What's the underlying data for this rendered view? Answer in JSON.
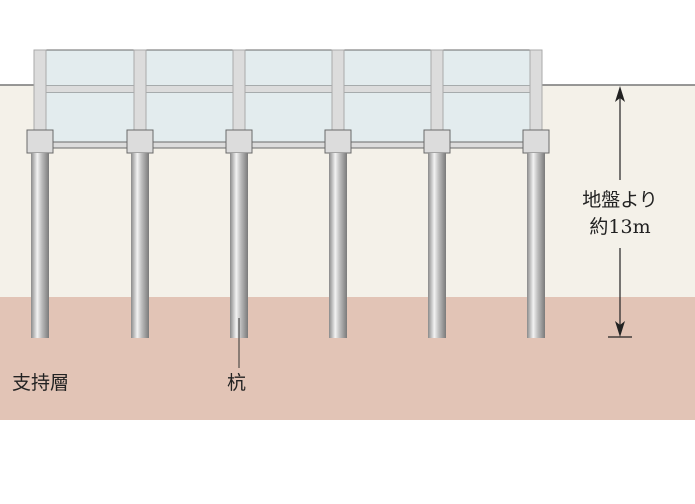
{
  "labels": {
    "depth_line1": "地盤より",
    "depth_line2": "約13m",
    "bearing_layer": "支持層",
    "pile": "杭"
  },
  "colors": {
    "ground": "#f4f1e9",
    "bearing_layer": "#e2c4b6",
    "glass": "#e3ecee",
    "frame": "#dcdcdc",
    "outline": "#6a6a6a"
  }
}
